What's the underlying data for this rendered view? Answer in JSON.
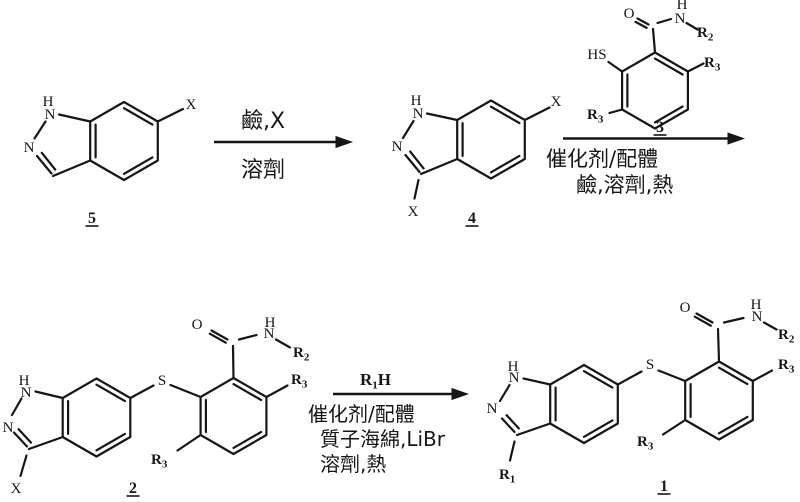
{
  "atoms": {
    "n": "N",
    "h": "H",
    "o": "O",
    "s": "S",
    "x": "X",
    "hs": "HS"
  },
  "groups": {
    "r1": {
      "base": "R",
      "sub": "1"
    },
    "r2": {
      "base": "R",
      "sub": "2"
    },
    "r3": {
      "base": "R",
      "sub": "3"
    }
  },
  "numbers": {
    "c1": "1",
    "c2": "2",
    "c3": "3",
    "c4": "4",
    "c5": "5"
  },
  "steps": {
    "step1": {
      "above": "鹼,X",
      "below": "溶劑"
    },
    "step2": {
      "line1": "催化剂/配體",
      "line2": "鹼,溶劑,熱"
    },
    "step3": {
      "reagent": {
        "base": "R",
        "sub": "1",
        "tail": "H"
      },
      "line1": "催化剂/配體",
      "line2": "質子海綿,LiBr",
      "line3": "溶劑,熱"
    }
  },
  "colors": {
    "ink": "#161616",
    "background": "#ffffff"
  }
}
